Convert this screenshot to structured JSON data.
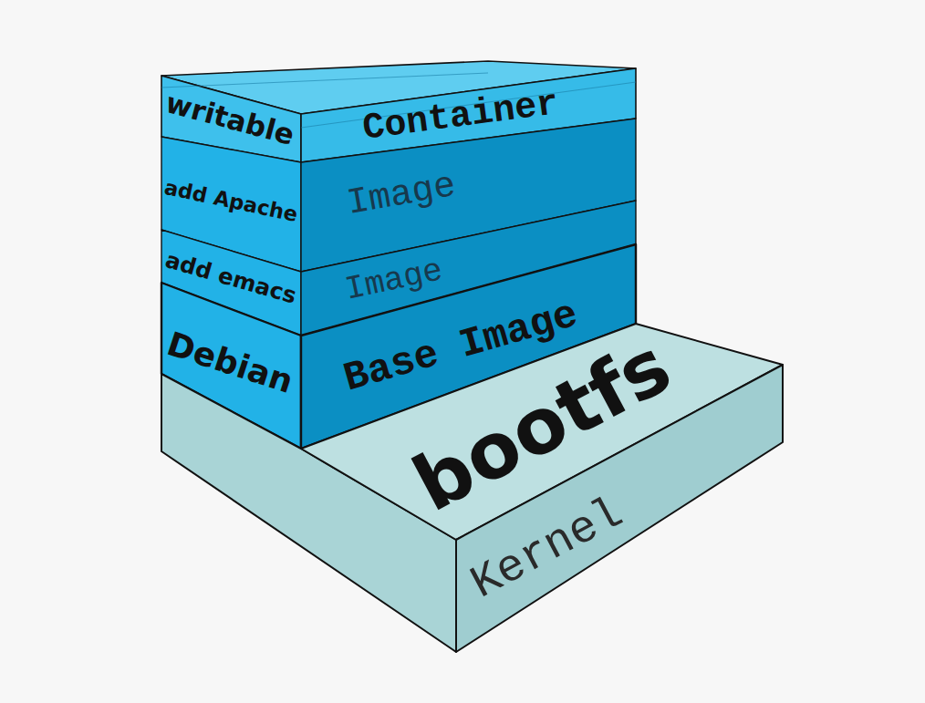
{
  "diagram": {
    "nodes": [
      {
        "text": [
          "writable",
          "Container"
        ]
      },
      {
        "text": [
          "add Apache",
          "Image"
        ]
      },
      {
        "text": [
          "add emacs",
          "Image"
        ]
      },
      {
        "text": [
          "Debian",
          "Base Image"
        ]
      },
      {
        "text": [
          "bootfs",
          "Kernel"
        ]
      }
    ]
  }
}
